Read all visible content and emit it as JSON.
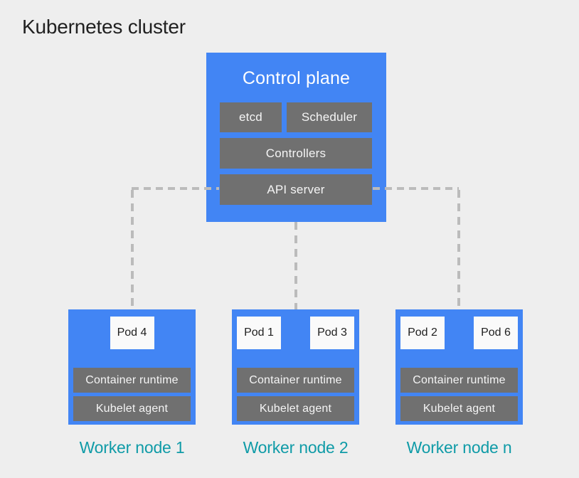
{
  "title": "Kubernetes cluster",
  "control_plane": {
    "label": "Control plane",
    "components": [
      "etcd",
      "Scheduler",
      "Controllers",
      "API server"
    ]
  },
  "workers": [
    {
      "label": "Worker node 1",
      "pods": [
        "Pod 4"
      ],
      "components": [
        "Container runtime",
        "Kubelet agent"
      ]
    },
    {
      "label": "Worker node 2",
      "pods": [
        "Pod 1",
        "Pod 3"
      ],
      "components": [
        "Container runtime",
        "Kubelet agent"
      ]
    },
    {
      "label": "Worker node n",
      "pods": [
        "Pod 2",
        "Pod 6"
      ],
      "components": [
        "Container runtime",
        "Kubelet agent"
      ]
    }
  ],
  "colors": {
    "background": "#EEEEEE",
    "node_blue": "#4285F4",
    "component_gray": "#707070",
    "pod_white": "#FAFAFA",
    "worker_label_teal": "#0F9BA7",
    "connector_gray": "#BBBBBB",
    "title_text": "#212121"
  }
}
